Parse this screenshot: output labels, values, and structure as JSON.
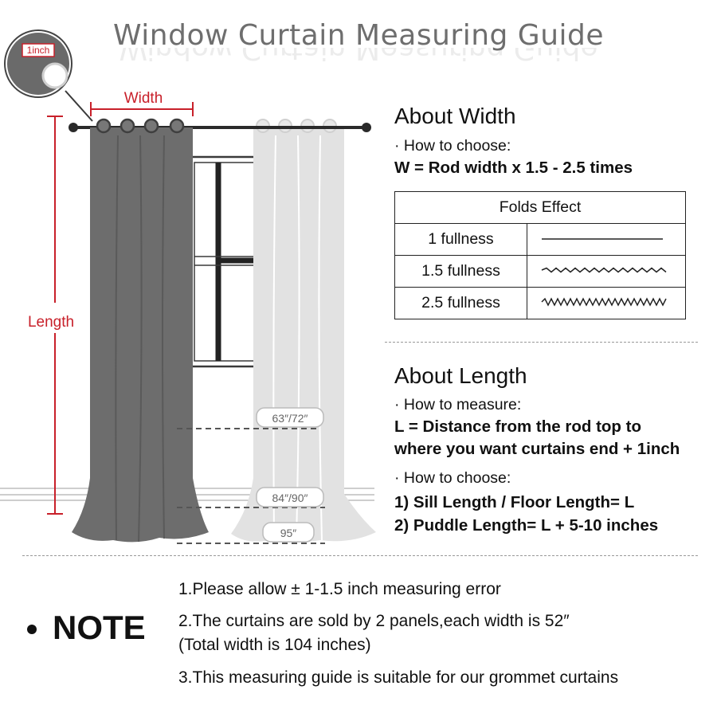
{
  "title": "Window Curtain Measuring Guide",
  "illustration": {
    "grommet_label": "1inch",
    "width_label": "Width",
    "length_label": "Length",
    "marker_1": "63″/72″",
    "marker_2": "84″/90″",
    "marker_3": "95″",
    "colors": {
      "accent": "#c8202a",
      "curtain": "#6d6d6d",
      "curtain_light": "#e2e2e2"
    }
  },
  "about_width": {
    "heading": "About Width",
    "sub": "· How to choose:",
    "formula": "W = Rod width x 1.5 - 2.5 times",
    "table": {
      "header": "Folds Effect",
      "rows": [
        {
          "label": "1 fullness",
          "effect": "straight-line"
        },
        {
          "label": "1.5 fullness",
          "effect": "loose-wave"
        },
        {
          "label": "2.5 fullness",
          "effect": "tight-wave"
        }
      ]
    }
  },
  "about_length": {
    "heading": "About Length",
    "sub_measure": "· How to measure:",
    "formula_1": "L = Distance from the rod top to",
    "formula_2": "where you want curtains end + 1inch",
    "sub_choose": "· How to choose:",
    "choice_1": "1)  Sill Length / Floor Length= L",
    "choice_2": "2)  Puddle Length= L + 5-10 inches"
  },
  "note": {
    "title": "NOTE",
    "items": [
      "1.Please allow ± 1-1.5 inch measuring error",
      "2.The curtains are sold by 2 panels,each width is 52″",
      "(Total width is 104 inches)",
      "3.This measuring guide is suitable for our grommet curtains"
    ]
  }
}
